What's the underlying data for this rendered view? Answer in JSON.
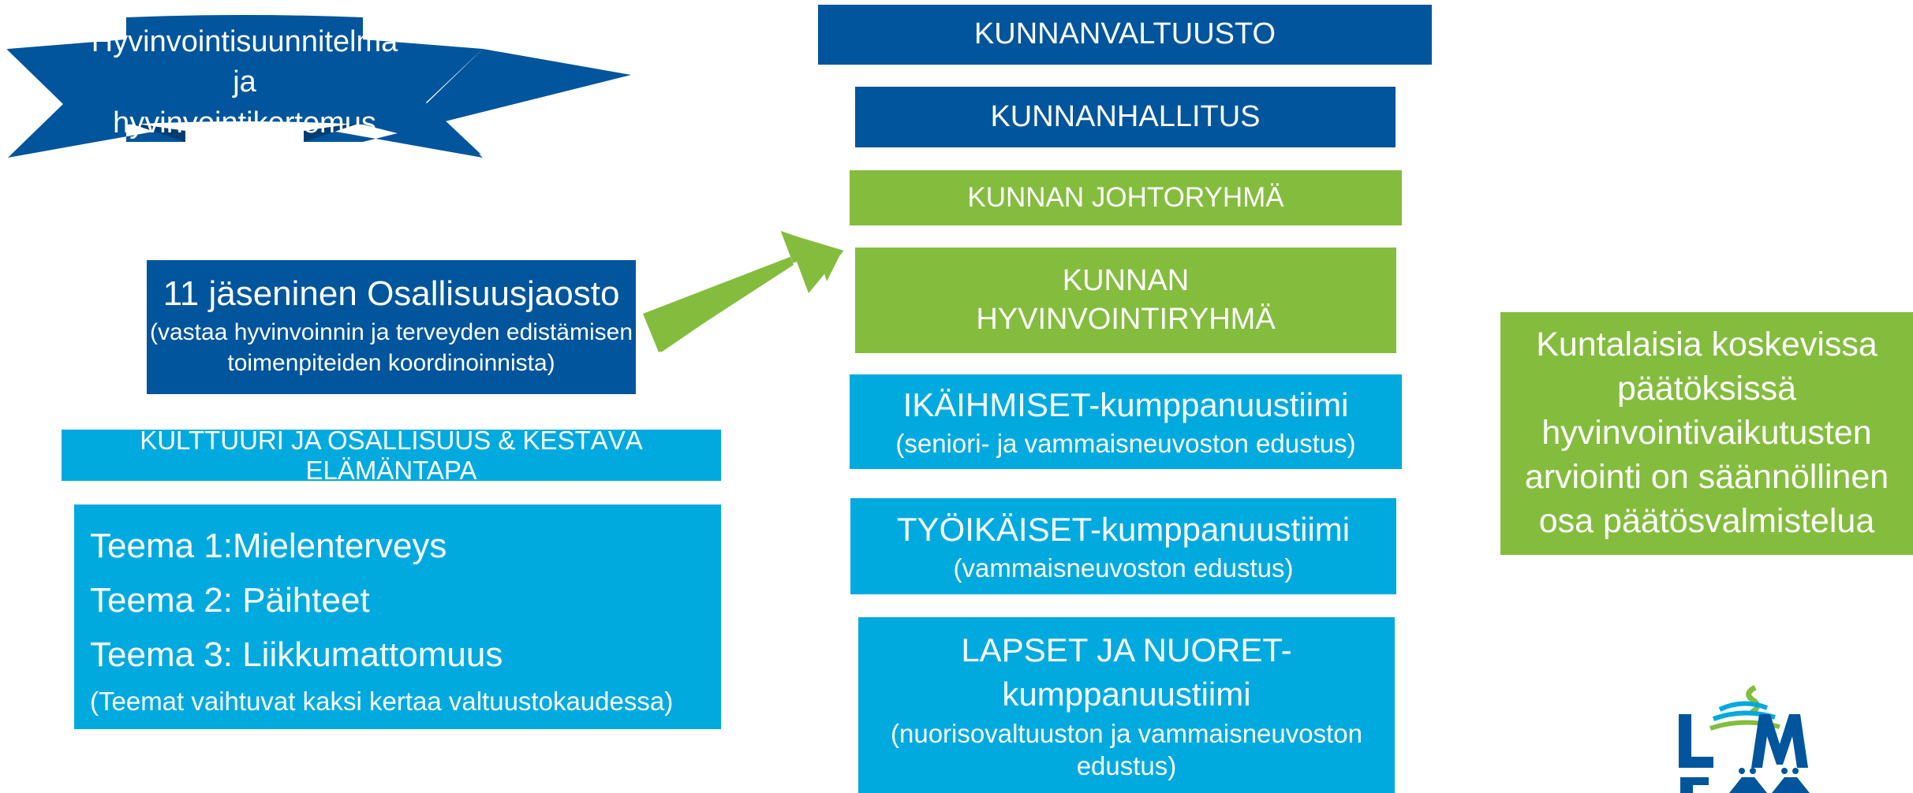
{
  "colors": {
    "dark_blue": "#00559c",
    "green": "#84bd3e",
    "cyan": "#00aadf",
    "white": "#ffffff"
  },
  "banner": {
    "lines": [
      "Hyvinvointisuunnitelma",
      "ja hyvinvointikertomus"
    ]
  },
  "jaosto": {
    "title": "11 jäseninen Osallisuusjaosto",
    "subtitle_lines": [
      "(vastaa hyvinvoinnin ja terveyden edistämisen",
      "toimenpiteiden koordinoinnista)"
    ]
  },
  "kulttuuri": {
    "label": "KULTTUURI JA OSALLISUUS & KESTÄVÄ ELÄMÄNTAPA"
  },
  "teemat": {
    "items": [
      "Teema 1:Mielenterveys",
      "Teema 2: Päihteet",
      "Teema 3: Liikkumattomuus"
    ],
    "note": "(Teemat vaihtuvat kaksi kertaa valtuustokaudessa)"
  },
  "hierarchy": {
    "valtuusto": "KUNNANVALTUUSTO",
    "hallitus": "KUNNANHALLITUS",
    "johtoryhma": "KUNNAN JOHTORYHMÄ",
    "hyvinvointiryhma_lines": [
      "KUNNAN",
      "HYVINVOINTIRYHMÄ"
    ],
    "ikaihmiset": {
      "title": "IKÄIHMISET-kumppanuustiimi",
      "subtitle": "(seniori- ja vammaisneuvoston edustus)"
    },
    "tyoikaiset": {
      "title": "TYÖIKÄISET-kumppanuustiimi",
      "subtitle": "(vammaisneuvoston edustus)"
    },
    "lapset": {
      "title_lines": [
        "LAPSET JA NUORET-",
        "kumppanuustiimi"
      ],
      "subtitle_lines": [
        "(nuorisovaltuuston ja vammaisneuvoston",
        "edustus)"
      ]
    }
  },
  "side_note": {
    "lines": [
      "Kuntalaisia koskevissa",
      "päätöksissä",
      "hyvinvointivaikutusten",
      "arviointi on säännöllinen",
      "osa päätösvalmistelua"
    ]
  },
  "logo": {
    "icon": "municipality-logo-icon"
  }
}
